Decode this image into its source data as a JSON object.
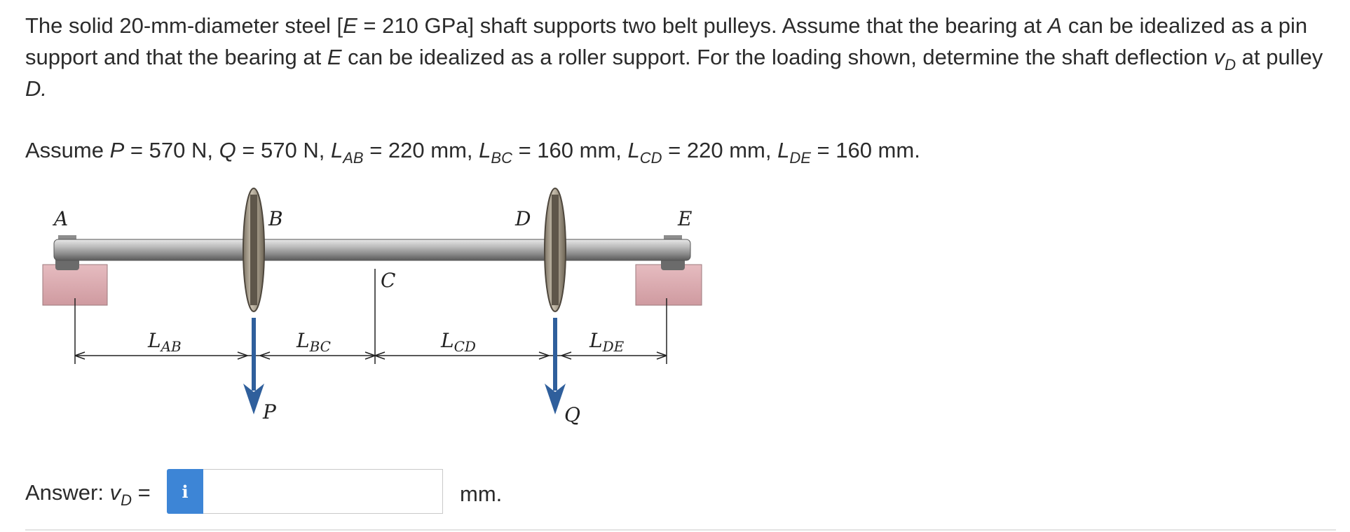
{
  "problem": {
    "s1": "The solid 20-mm-diameter steel [",
    "s2": "E",
    "s3": " = 210 GPa] shaft supports two belt pulleys. Assume that the bearing at ",
    "s4": "A",
    "s5": " can be idealized as a pin support and that the bearing at ",
    "s6": "E",
    "s7": " can be idealized as a roller support. For the loading shown, determine the shaft deflection ",
    "s8": "v",
    "s9": "D",
    "s10": " at pulley ",
    "s11": "D."
  },
  "assume": {
    "prefix": "Assume ",
    "P": "P",
    "P_val": " = 570 N, ",
    "Q": "Q",
    "Q_val": " = 570 N, ",
    "L": "L",
    "AB": "AB",
    "AB_val": " = 220 mm, ",
    "BC": "BC",
    "BC_val": " = 160 mm, ",
    "CD": "CD",
    "CD_val": " = 220 mm, ",
    "DE": "DE",
    "DE_val": " = 160 mm."
  },
  "figure": {
    "label_A": "A",
    "label_B": "B",
    "label_C": "C",
    "label_D": "D",
    "label_E": "E",
    "label_P": "P",
    "label_Q": "Q",
    "dim_L": "L",
    "dim_AB": "AB",
    "dim_BC": "BC",
    "dim_CD": "CD",
    "dim_DE": "DE"
  },
  "answer": {
    "label_prefix": "Answer: ",
    "v": "v",
    "sub": "D",
    "eq": " =",
    "info_icon": "i",
    "input_value": "",
    "unit": "mm."
  },
  "colors": {
    "info_button": "#3d85d6",
    "support_block": "#d9a9ae",
    "load_arrow": "#2f5f9c",
    "shaft": "#9a9a9a"
  }
}
